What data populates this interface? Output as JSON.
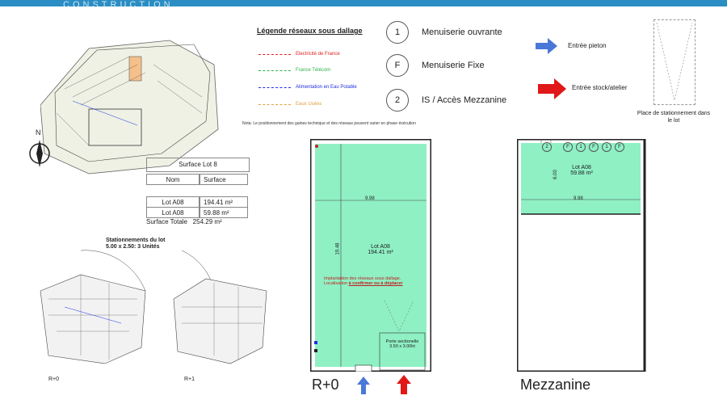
{
  "header": {
    "brand": "CONSTRUCTION"
  },
  "legend": {
    "title": "Légende réseaux sous dallage",
    "items": [
      {
        "label": "Electricité de France",
        "color": "#e02020"
      },
      {
        "label": "France Télécom",
        "color": "#2db34a"
      },
      {
        "label": "Alimentation en Eau Potable",
        "color": "#2030e0"
      },
      {
        "label": "Eaux Usées",
        "color": "#e0a040"
      }
    ],
    "note": "Nota: Le positionnement des gaines technique et des réseaux peuvent varier en phase éxécution"
  },
  "keys": [
    {
      "symbol": "1",
      "label": "Menuiserie ouvrante"
    },
    {
      "symbol": "F",
      "label": "Menuiserie Fixe"
    },
    {
      "symbol": "2",
      "label": "IS / Accès Mezzanine"
    }
  ],
  "arrows": {
    "pedestrian": "Entrée pieton",
    "stock": "Entrée stock/atelier",
    "pedestrian_color": "#4a78d8",
    "stock_color": "#e01818"
  },
  "parking": {
    "label": "Place de stationnement dans le lot"
  },
  "compass": {
    "north": "N"
  },
  "surface": {
    "title": "Surface Lot 8",
    "col_name": "Nom",
    "col_surface": "Surface",
    "rows": [
      {
        "name": "Lot A08",
        "surface": "194.41 m²"
      },
      {
        "name": "Lot A08",
        "surface": "59.88 m²"
      }
    ],
    "total_label": "Surface Totale",
    "total_value": "254.29 m²"
  },
  "site_parking": {
    "title_line1": "Stationnements du lot",
    "title_line2": "5.00 x 2.50: 3 Unités",
    "r0": "R+0",
    "r1": "R+1"
  },
  "plan_r0": {
    "label": "R+0",
    "lot": "Lot A08",
    "area": "194.41 m²",
    "width_dim": "9.98",
    "height_dim": "19.48",
    "note_line1": "Implantation des réseaux sous dallage.",
    "note_line2": "Localisation",
    "note_emph": "à confirmer ou à déplacer",
    "door_line1": "Porte sectionelle",
    "door_line2": "3.50 x 3.00ht",
    "fill_color": "#8ff0c4"
  },
  "plan_mezz": {
    "label": "Mezzanine",
    "lot": "Lot A08",
    "area": "59.88 m²",
    "width_dim": "9.98",
    "height_dim": "6.00",
    "marks": [
      "2",
      "F",
      "1",
      "F",
      "1",
      "F"
    ]
  }
}
